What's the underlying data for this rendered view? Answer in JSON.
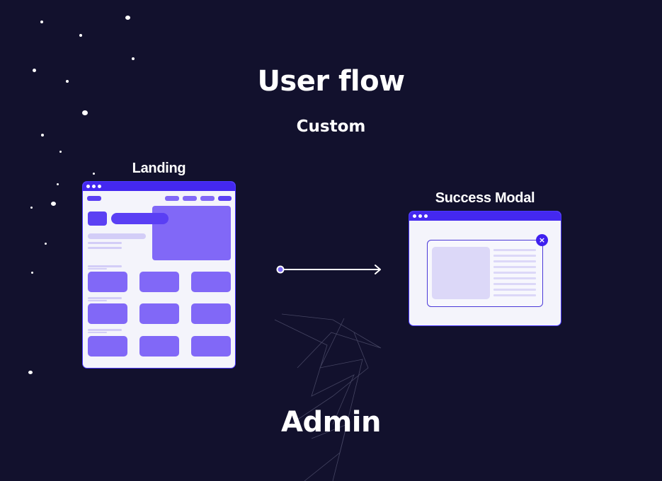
{
  "title": "User flow",
  "subtitle": "Custom",
  "bottom_label": "Admin",
  "nodes": [
    {
      "id": "landing",
      "label": "Landing"
    },
    {
      "id": "success-modal",
      "label": "Success Modal",
      "close_glyph": "×"
    }
  ],
  "edges": [
    {
      "from": "landing",
      "to": "success-modal"
    }
  ],
  "colors": {
    "background": "#12112d",
    "accent": "#4428f0",
    "block": "#8168f7",
    "block_light": "#d3cdf7",
    "divider": "#7b3fe4"
  }
}
